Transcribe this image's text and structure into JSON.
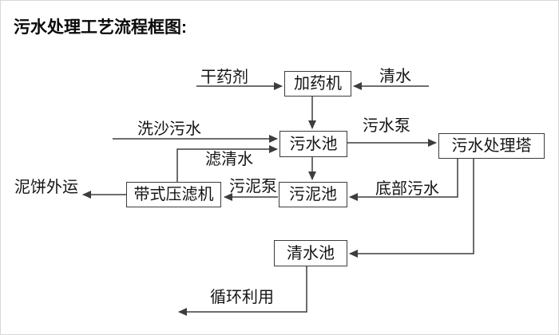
{
  "title": "污水处理工艺流程框图:",
  "nodes": {
    "dosing_machine": "加药机",
    "sewage_pool": "污水池",
    "treatment_tower": "污水处理塔",
    "sludge_pool": "污泥池",
    "belt_filter_press": "带式压滤机",
    "clear_water_pool": "清水池"
  },
  "flow_labels": {
    "dry_agent": "干药剂",
    "clear_water": "清水",
    "sand_washing_sewage": "洗沙污水",
    "sewage_pump": "污水泵",
    "filtered_water": "滤清水",
    "mud_cake_out": "泥饼外运",
    "sludge_pump": "污泥泵",
    "bottom_sewage": "底部污水",
    "recycle_use": "循环利用"
  },
  "colors": {
    "line": "#3d3d3d",
    "text": "#141414",
    "background": "#ffffff"
  }
}
